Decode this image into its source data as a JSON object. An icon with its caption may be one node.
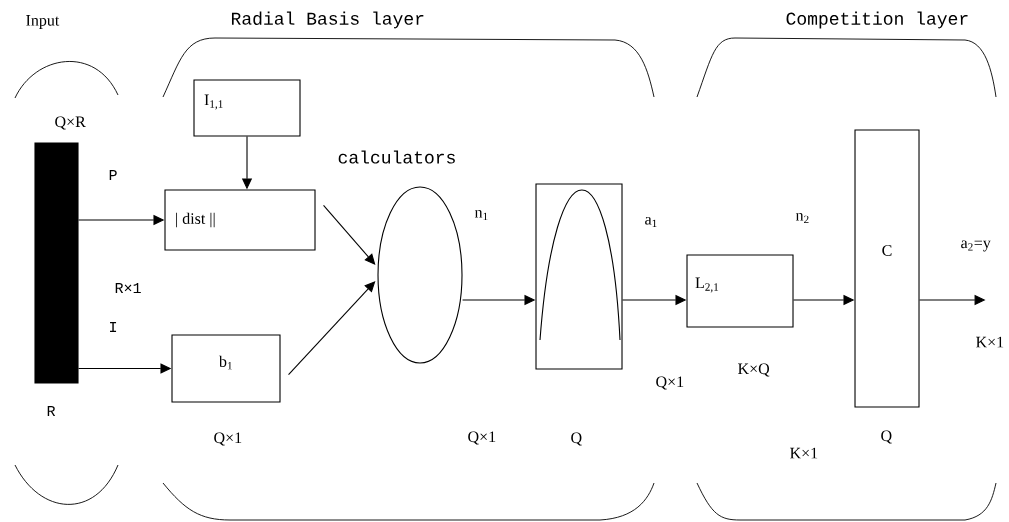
{
  "diagram": {
    "nodes": [
      {
        "text": [],
        "shape": "bar"
      },
      {
        "text": [
          "I$_{1,1}$"
        ]
      },
      {
        "text": [
          "| dist ||"
        ]
      },
      {
        "text": [
          "b$_{1}$"
        ]
      },
      {
        "text": [],
        "shape": "ellipse"
      },
      {
        "text": [],
        "shape": "box"
      },
      {
        "text": [
          "L$_{2,1}$"
        ]
      },
      {
        "text": [
          "C"
        ]
      }
    ],
    "edges": [
      {
        "from": 0,
        "to": 2,
        "arrow": "to"
      },
      {
        "from": 0,
        "to": 3,
        "arrow": "to"
      },
      {
        "from": 1,
        "to": 2,
        "arrow": "to"
      },
      {
        "from": 2,
        "to": 4,
        "arrow": "to"
      },
      {
        "from": 3,
        "to": 4,
        "arrow": "to"
      },
      {
        "from": 4,
        "to": 5,
        "arrow": "to"
      },
      {
        "from": 5,
        "to": 6,
        "arrow": "to"
      },
      {
        "from": 6,
        "to": 7,
        "arrow": "to"
      },
      {
        "from": 7,
        "to": null,
        "arrow": "to"
      }
    ],
    "labels": [
      "Input",
      "Radial Basis layer",
      "Competition layer",
      "Q×R",
      "P",
      "calculators",
      "n$_{1}$",
      "a$_{1}$",
      "n$_{2}$",
      "a$_{2}$=y",
      "R×1",
      "I",
      "K×1",
      "Q×1",
      "K×Q",
      "R",
      "Q×1",
      "Q×1",
      "Q",
      "K×1",
      "Q"
    ]
  }
}
